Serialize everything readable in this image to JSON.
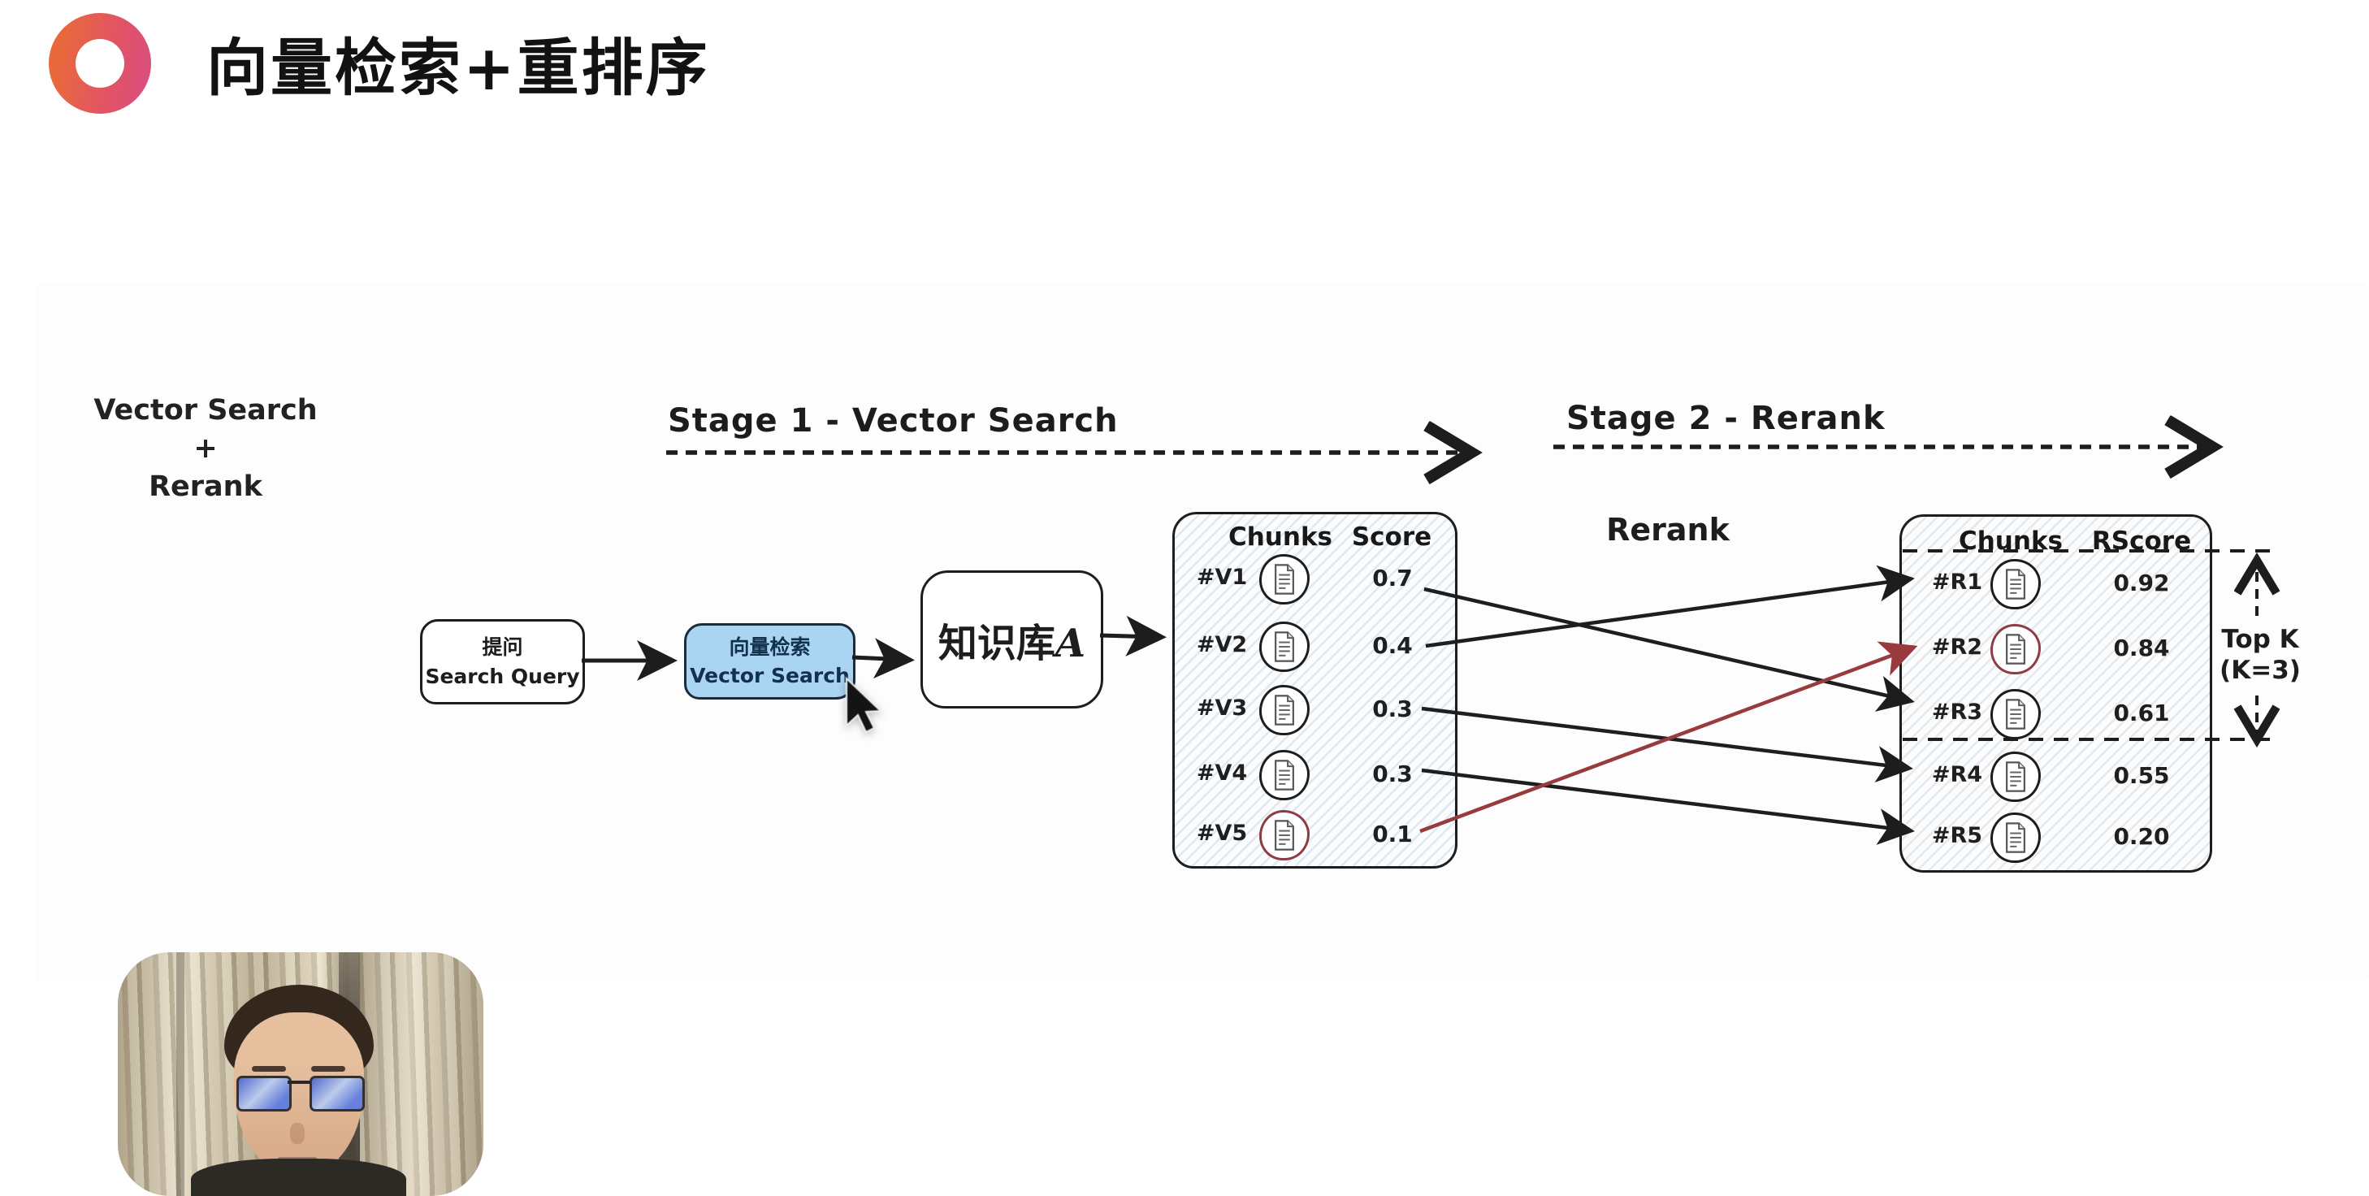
{
  "title": "向量检索+重排序",
  "legend": {
    "line1": "Vector Search",
    "plus": "+",
    "line2": "Rerank"
  },
  "stage1": {
    "heading": "Stage 1 - Vector Search",
    "query_box": {
      "line1": "提问",
      "line2": "Search Query"
    },
    "search_box": {
      "line1": "向量检索",
      "line2": "Vector Search"
    },
    "kb_box": {
      "label": "知识库",
      "suffix": "A"
    },
    "table": {
      "headers": [
        "Chunks",
        "Score"
      ],
      "rows": [
        {
          "id": "#V1",
          "score": "0.7",
          "highlight": false
        },
        {
          "id": "#V2",
          "score": "0.4",
          "highlight": false
        },
        {
          "id": "#V3",
          "score": "0.3",
          "highlight": false
        },
        {
          "id": "#V4",
          "score": "0.3",
          "highlight": false
        },
        {
          "id": "#V5",
          "score": "0.1",
          "highlight": true
        }
      ]
    }
  },
  "stage2": {
    "heading": "Stage 2 - Rerank",
    "rerank_label": "Rerank",
    "table": {
      "headers": [
        "Chunks",
        "RScore"
      ],
      "rows": [
        {
          "id": "#R1",
          "score": "0.92",
          "highlight": false
        },
        {
          "id": "#R2",
          "score": "0.84",
          "highlight": true
        },
        {
          "id": "#R3",
          "score": "0.61",
          "highlight": false
        },
        {
          "id": "#R4",
          "score": "0.55",
          "highlight": false
        },
        {
          "id": "#R5",
          "score": "0.20",
          "highlight": false
        }
      ]
    },
    "topk": {
      "line1": "Top K",
      "line2": "(K=3)"
    }
  },
  "mappings": [
    {
      "from": "#V1",
      "to": "#R3",
      "color": "#1e1e1e"
    },
    {
      "from": "#V2",
      "to": "#R1",
      "color": "#1e1e1e"
    },
    {
      "from": "#V3",
      "to": "#R4",
      "color": "#1e1e1e"
    },
    {
      "from": "#V4",
      "to": "#R5",
      "color": "#1e1e1e"
    },
    {
      "from": "#V5",
      "to": "#R2",
      "color": "#993b3e"
    }
  ],
  "colors": {
    "accent_blue": "#a9d4f2",
    "highlight_red": "#993b3e",
    "logo_orange": "#e8693c",
    "logo_pink": "#d94e7e"
  }
}
